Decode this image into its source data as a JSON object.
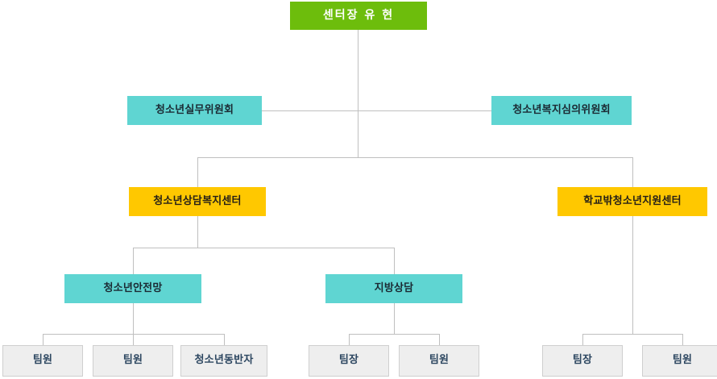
{
  "chart": {
    "title": "",
    "type": "org-chart",
    "colors": {
      "root": "#6dbd0c",
      "committee": "#5fd5d2",
      "center": "#ffc800",
      "team": "#eeeeee",
      "connector": "#bfbfbf"
    },
    "nodes": {
      "root": {
        "label": "센터장 유 현",
        "level": 1
      },
      "committee_left": {
        "label": "청소년실무위원회",
        "level": 2
      },
      "committee_right": {
        "label": "청소년복지심의위원회",
        "level": 2
      },
      "center_left": {
        "label": "청소년상담복지센터",
        "level": 3
      },
      "center_right": {
        "label": "학교밖청소년지원센터",
        "level": 3
      },
      "team_safety": {
        "label": "청소년안전망",
        "level": 4
      },
      "team_local": {
        "label": "지방상담",
        "level": 4
      },
      "leaf_1": {
        "label": "팀원",
        "level": 5
      },
      "leaf_2": {
        "label": "팀원",
        "level": 5
      },
      "leaf_3": {
        "label": "청소년동반자",
        "level": 5
      },
      "leaf_4": {
        "label": "팀장",
        "level": 5
      },
      "leaf_5": {
        "label": "팀원",
        "level": 5
      },
      "leaf_6": {
        "label": "팀장",
        "level": 5
      },
      "leaf_7": {
        "label": "팀원",
        "level": 5
      }
    }
  }
}
